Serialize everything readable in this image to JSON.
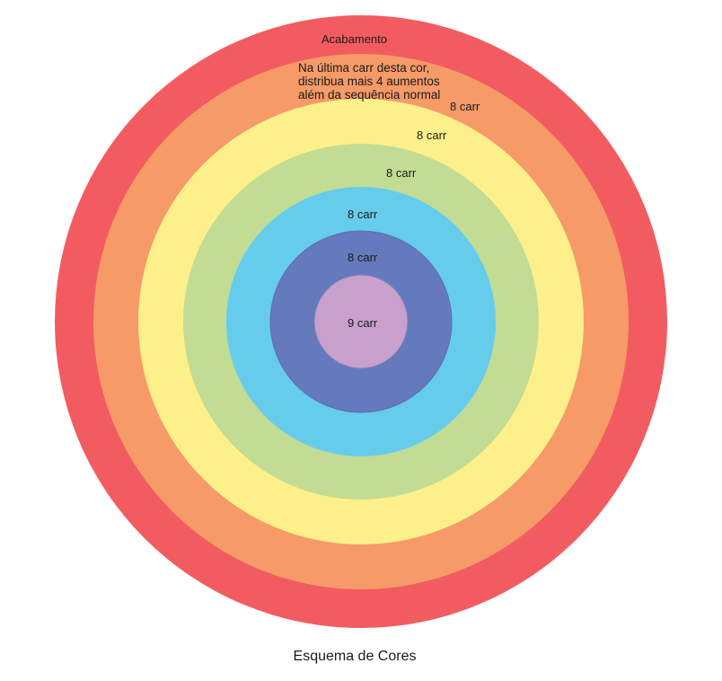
{
  "diagram": {
    "rings": [
      {
        "label": "Acabamento",
        "color": "#f25c60"
      },
      {
        "label": "Na última carr desta cor,\ndistribua mais 4 aumentos\nalém da sequência normal",
        "color": "#f69a68"
      },
      {
        "label": "8 carr",
        "color": "#f69a68"
      },
      {
        "label": "8 carr",
        "color": "#fdf08a"
      },
      {
        "label": "8 carr",
        "color": "#c2dc93"
      },
      {
        "label": "8 carr",
        "color": "#66ccec"
      },
      {
        "label": "8 carr",
        "color": "#6579bd"
      },
      {
        "label": "9 carr",
        "color": "#c8a0cc"
      }
    ],
    "caption": "Esquema de Cores"
  }
}
